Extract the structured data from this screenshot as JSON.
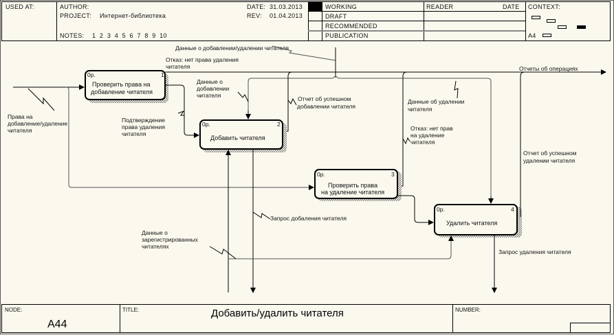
{
  "header": {
    "used_at_label": "USED AT:",
    "author_label": "AUTHOR:",
    "project_label": "PROJECT:",
    "project_value": "Интернет-библиотека",
    "notes_label": "NOTES:",
    "notes_value": "1  2  3  4  5  6  7  8  9  10",
    "date_label": "DATE:",
    "date_value": "31.03.2013",
    "rev_label": "REV:",
    "rev_value": "01.04.2013",
    "status": [
      "WORKING",
      "DRAFT",
      "RECOMMENDED",
      "PUBLICATION"
    ],
    "active_status": "WORKING",
    "reader_label": "READER",
    "reader_date_label": "DATE",
    "context_label": "CONTEXT:",
    "context_size": "A4"
  },
  "diagram": {
    "boxes": [
      {
        "id": "1",
        "cost": "0р.",
        "label_lines": [
          "Проверить права на",
          "добавление читателя"
        ]
      },
      {
        "id": "2",
        "cost": "0р.",
        "label_lines": [
          "Добавить читателя"
        ]
      },
      {
        "id": "3",
        "cost": "0р.",
        "label_lines": [
          "Проверить права",
          "на удаление читателя"
        ]
      },
      {
        "id": "4",
        "cost": "0р.",
        "label_lines": [
          "Удалить читателя"
        ]
      }
    ],
    "arrow_labels": {
      "input_add_delete": [
        "Данные о добавлении/удалении читателя"
      ],
      "refusal_no_delete": [
        "Отказ: нет права удаления",
        "читателя"
      ],
      "reports": [
        "Отчеты об операциях"
      ],
      "add_data": [
        "Данные о",
        "добавлении",
        "читателя"
      ],
      "add_success": [
        "Отчет об успешном",
        "добавлении читателя"
      ],
      "delete_data": [
        "Данные об удалении",
        "читателя"
      ],
      "rights": [
        "Права на",
        "добавление/удаление",
        "читателя"
      ],
      "confirm_delete_rights": [
        "Подтверждение",
        "права удаления",
        "читателя"
      ],
      "refusal_no_rights": [
        "Отказ: нет прав",
        "на удаление",
        "читателя"
      ],
      "delete_success": [
        "Отчет об успешном",
        "удалении читателя"
      ],
      "add_request": [
        "Запрос добаления читателя"
      ],
      "registered_readers": [
        "Данные о",
        "зарегистрированных",
        "читателях"
      ],
      "delete_request": [
        "Запрос удаления читателя"
      ]
    }
  },
  "footer": {
    "node_label": "NODE:",
    "node_value": "A44",
    "title_label": "TITLE:",
    "title_value": "Добавить/удалить  читателя",
    "number_label": "NUMBER:"
  }
}
